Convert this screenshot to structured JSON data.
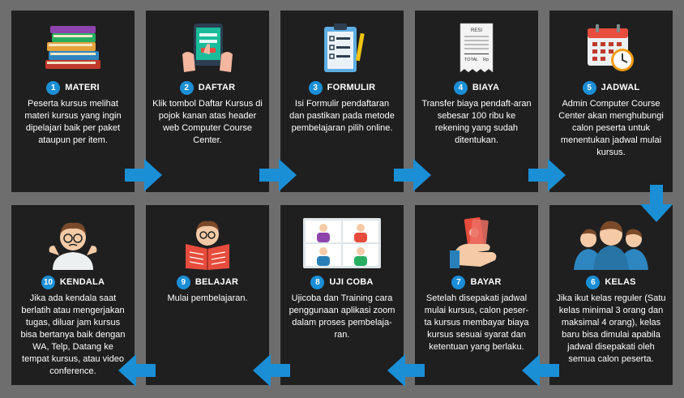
{
  "steps": [
    {
      "num": "1",
      "title": "MATERI",
      "desc": "Peserta kursus melihat materi kursus yang ingin dipelajari baik per paket ataupun per item.",
      "icon": "books-icon"
    },
    {
      "num": "2",
      "title": "DAFTAR",
      "desc": "Klik tombol Daftar Kursus di pojok kanan atas header web Computer Course Center.",
      "icon": "tablet-register-icon"
    },
    {
      "num": "3",
      "title": "FORMULIR",
      "desc": "Isi Formulir pendaftaran dan pastikan pada metode pembelajaran pilih online.",
      "icon": "clipboard-form-icon"
    },
    {
      "num": "4",
      "title": "BIAYA",
      "desc": "Transfer biaya pendaft-aran sebesar 100 ribu ke rekening yang sudah ditentukan.",
      "icon": "receipt-icon",
      "receipt": {
        "header": "RESI",
        "total": "TOTAL",
        "currency": "Rp"
      }
    },
    {
      "num": "5",
      "title": "JADWAL",
      "desc": "Admin Computer Course Center akan menghubungi calon peserta untuk menentukan jadwal mulai kursus.",
      "icon": "calendar-clock-icon"
    },
    {
      "num": "6",
      "title": "KELAS",
      "desc": "Jika ikut kelas reguler (Satu kelas minimal 3 orang dan maksimal 4 orang), kelas baru bisa dimulai apabila jadwal disepakati oleh semua calon peserta.",
      "icon": "people-group-icon"
    },
    {
      "num": "7",
      "title": "BAYAR",
      "desc": "Setelah disepakati jadwal mulai kursus, calon peser-ta kursus membayar biaya kursus sesuai syarat dan ketentuan yang berlaku.",
      "icon": "hand-money-icon"
    },
    {
      "num": "8",
      "title": "UJI COBA",
      "desc": "Ujicoba dan Training cara penggunaan aplikasi zoom dalam proses pembelaja-ran.",
      "icon": "video-conference-icon"
    },
    {
      "num": "9",
      "title": "BELAJAR",
      "desc": "Mulai pembelajaran.",
      "icon": "reading-person-icon"
    },
    {
      "num": "10",
      "title": "KENDALA",
      "desc": "Jika ada kendala saat berlatih atau mengerjakan tugas, diluar jam kursus bisa bertanya baik dengan WA, Telp, Datang ke tempat kursus, atau video conference.",
      "icon": "confused-person-icon"
    }
  ],
  "colors": {
    "background": "#6e6e6e",
    "card": "#1f1f20",
    "accent": "#1a8fd6",
    "text": "#ffffff"
  }
}
